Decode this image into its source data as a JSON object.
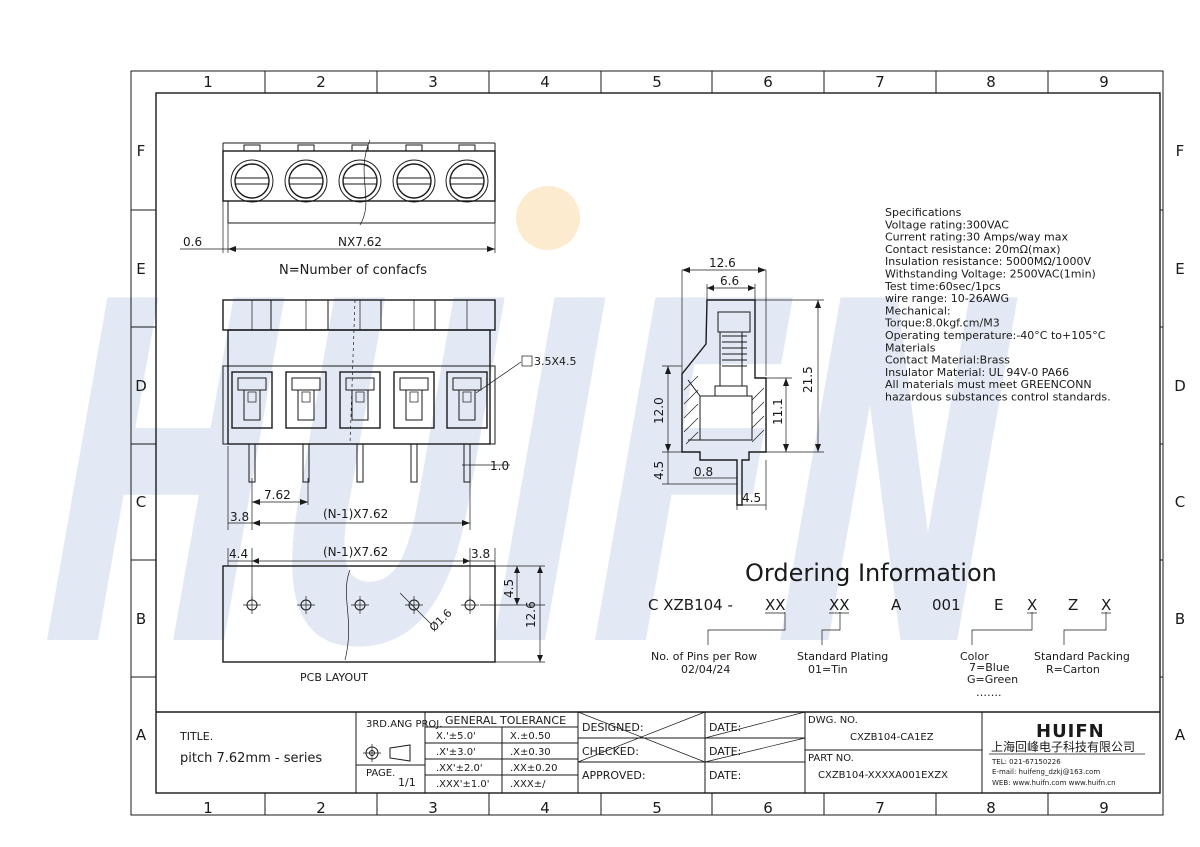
{
  "sheet": {
    "columns": [
      "1",
      "2",
      "3",
      "4",
      "5",
      "6",
      "7",
      "8",
      "9"
    ],
    "rows": [
      "F",
      "E",
      "D",
      "C",
      "B",
      "A"
    ]
  },
  "top_view": {
    "dim_overall": "NX7.62",
    "dim_offset": "0.6",
    "note": "N=Number of confacfs"
  },
  "front_view": {
    "dim_square": "3.5X4.5",
    "dim_pin": "1.0",
    "dim_pitch": "7.62",
    "dim_edge": "3.8",
    "dim_span": "(N-1)X7.62"
  },
  "side_view": {
    "dim_width": "12.6",
    "dim_inner": "6.6",
    "dim_height": "21.5",
    "dim_body": "12.0",
    "dim_pin_len": "11.1",
    "dim_low": "4.5",
    "dim_pin_w": "0.8",
    "dim_foot": "4.5"
  },
  "pcb_layout": {
    "dim_left": "4.4",
    "dim_span": "(N-1)X7.62",
    "dim_right": "3.8",
    "dim_v1": "4.5",
    "dim_v2": "12.6",
    "dim_hole": "Ø1.6",
    "caption": "PCB LAYOUT"
  },
  "specifications": {
    "lines": [
      "Specifications",
      "Voltage rating:300VAC",
      "Current rating:30 Amps/way max",
      "Contact resistance: 20mΩ(max)",
      "Insulation resistance: 5000MΩ/1000V",
      "Withstanding Voltage: 2500VAC(1min)",
      "Test time:60sec/1pcs",
      "wire range: 10-26AWG",
      "Mechanical:",
      "Torque:8.0kgf.cm/M3",
      "Operating temperature:-40°C to+105°C",
      "Materials",
      "Contact Material:Brass",
      "Insulator Material: UL 94V-0 PA66",
      "All materials must meet GREENCONN",
      "hazardous substances control standards."
    ]
  },
  "ordering": {
    "title": "Ordering Information",
    "code_parts": [
      "C XZB104 -",
      "XX",
      "XX",
      "A",
      "001",
      "E",
      "X",
      "Z",
      "X"
    ],
    "legend_pins": [
      "No. of Pins per Row",
      "02/04/24"
    ],
    "legend_plating": [
      "Standard Plating",
      "01=Tin"
    ],
    "legend_color": [
      "Color",
      "7=Blue",
      "G=Green",
      "……."
    ],
    "legend_packing": [
      "Standard Packing",
      "R=Carton"
    ]
  },
  "title_block": {
    "title_label": "TITLE.",
    "title_value": "pitch 7.62mm - series",
    "proj_label": "3RD.ANG PROJ.",
    "page_label": "PAGE.",
    "page_value": "1/1",
    "tolerance_header": "GENERAL TOLERANCE",
    "tolerances": [
      [
        "X.'±5.0'",
        "X.±0.50"
      ],
      [
        ".X'±3.0'",
        ".X±0.30"
      ],
      [
        ".XX'±2.0'",
        ".XX±0.20"
      ],
      [
        ".XXX'±1.0'",
        ".XXX±/"
      ]
    ],
    "designed": "DESIGNED:",
    "checked": "CHECKED:",
    "approved": "APPROVED:",
    "date": "DATE:",
    "dwg_label": "DWG. NO.",
    "dwg_value": "CXZB104-CA1EZ",
    "part_label": "PART NO.",
    "part_value": "CXZB104-XXXXA001EXZX",
    "logo": "HUIFN",
    "company": "上海回峰电子科技有限公司",
    "tel": "TEL: 021-67150226",
    "email": "E-mail: huifeng_dzkj@163.com",
    "web": "WEB: www.huifn.com  www.huifn.cn"
  },
  "watermark": "HUIFN",
  "colors": {
    "line": "#1a1a1a",
    "watermark": "#dfe6f3",
    "watermark_dot": "#fde8c8"
  }
}
